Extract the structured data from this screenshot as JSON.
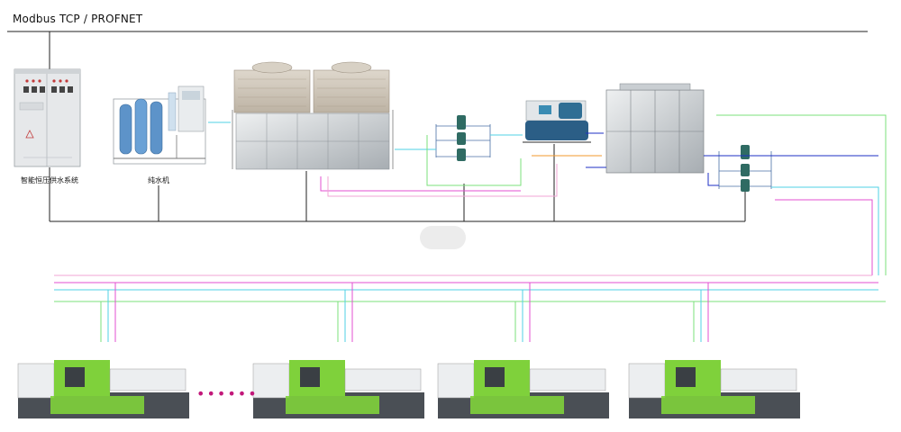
{
  "header": {
    "network_label": "Modbus TCP / PROFNET"
  },
  "equipment": {
    "control_cabinet_label": "智能恒压供水系统",
    "water_purifier_label": "纯水机"
  },
  "machines": {
    "ellipsis": "••••••"
  },
  "colors": {
    "bus": "#222222",
    "pipe_cyan": "#4fd2e6",
    "pipe_green": "#7be07b",
    "pipe_magenta": "#e34fd0",
    "pipe_pink": "#f0a6d6",
    "pipe_orange": "#f39a2b",
    "pipe_blue": "#1d2fc4",
    "machine_green": "#7fd13b",
    "machine_grey": "#4a4f55"
  },
  "icons": {
    "cabinet": "electrical-cabinet-icon",
    "purifier": "water-purifier-icon",
    "tower": "cooling-tower-icon",
    "tank": "water-tank-icon",
    "chiller": "chiller-icon",
    "pump": "pump-icon",
    "molding_machine": "injection-molding-machine-icon"
  }
}
